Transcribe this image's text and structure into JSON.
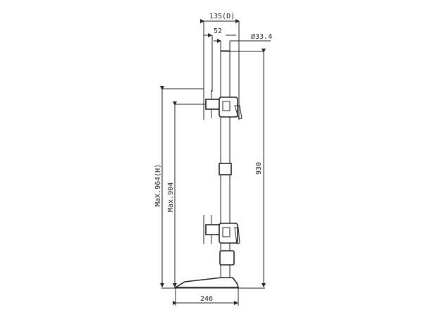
{
  "dimensions": {
    "depth": "135(D)",
    "mount_offset": "52",
    "pole_diameter": "Ø33.4",
    "max_height": "MaX.964(H)",
    "max_mount_height": "Max.904",
    "pole_height": "930",
    "base_width": "246"
  },
  "colors": {
    "line": "#222222",
    "background": "#ffffff"
  }
}
